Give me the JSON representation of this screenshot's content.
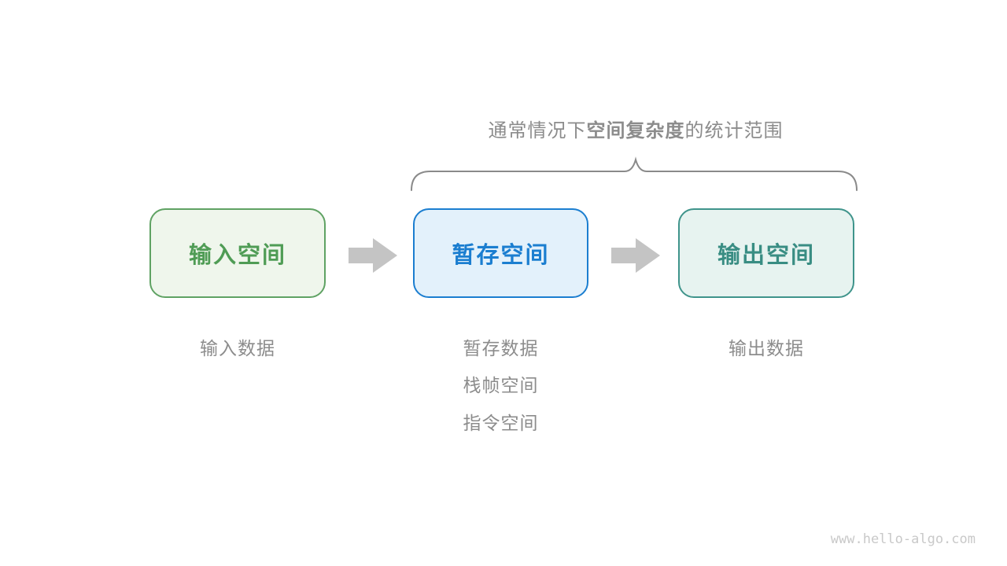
{
  "title": {
    "prefix": "通常情况下",
    "bold": "空间复杂度",
    "suffix": "的统计范围"
  },
  "columns": [
    {
      "box_label": "输入空间",
      "notes": [
        "输入数据"
      ]
    },
    {
      "box_label": "暂存空间",
      "notes": [
        "暂存数据",
        "栈帧空间",
        "指令空间"
      ]
    },
    {
      "box_label": "输出空间",
      "notes": [
        "输出数据"
      ]
    }
  ],
  "watermark": "www.hello-algo.com",
  "colors": {
    "bg": "#ffffff",
    "gray-text": "#8c8c8c",
    "brace": "#8a8a8a",
    "arrow": "#c4c4c4",
    "watermark": "#c9c9c9",
    "green-border": "#5fa263",
    "green-fill": "#eff6ec",
    "green-text": "#4f9c55",
    "blue-border": "#1b7ed0",
    "blue-fill": "#e3f1fb",
    "blue-text": "#1b7ed0",
    "teal-border": "#3f948b",
    "teal-fill": "#e7f3f0",
    "teal-text": "#398d83"
  }
}
